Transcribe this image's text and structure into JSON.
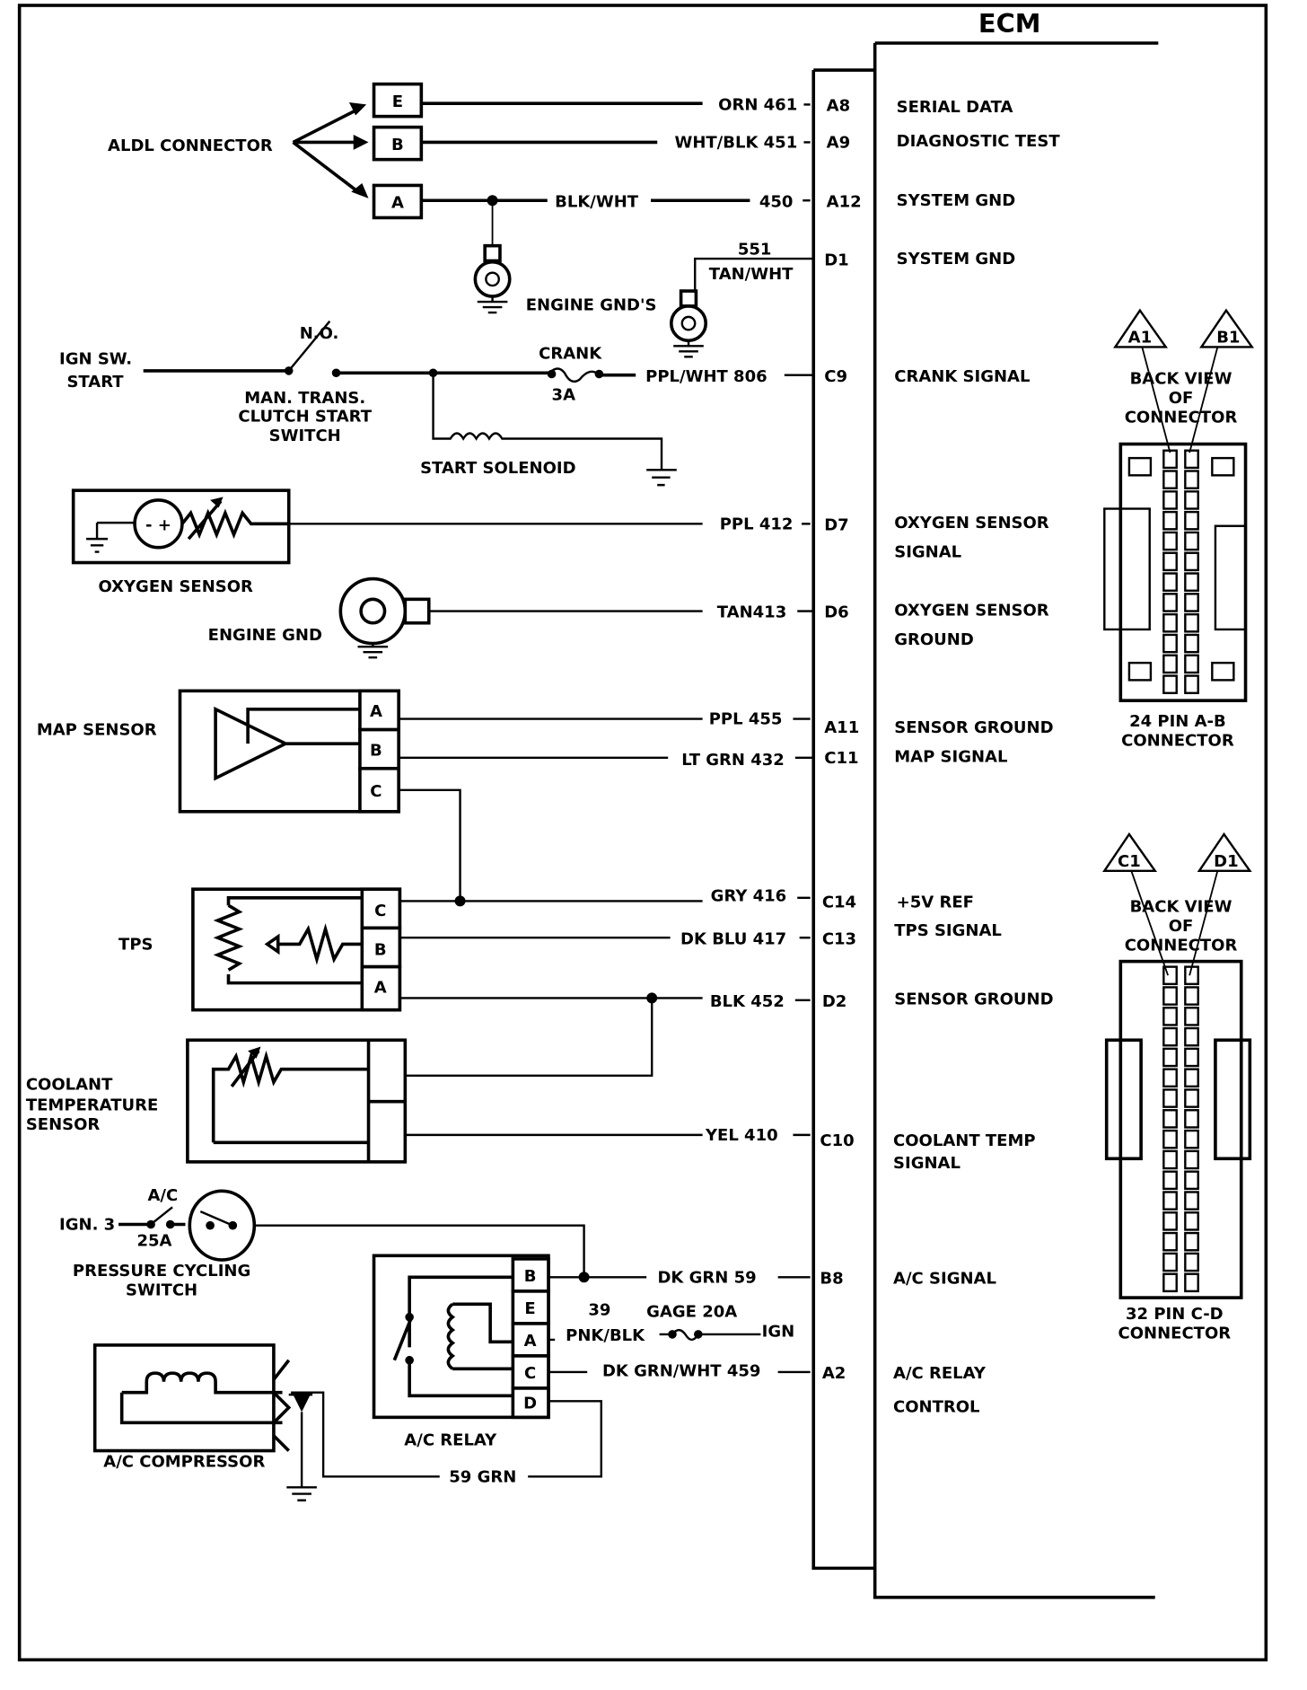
{
  "ecm": {
    "title": "ECM",
    "pins": [
      {
        "wire": "ORN 461",
        "pin": "A8",
        "function": [
          "SERIAL DATA"
        ]
      },
      {
        "wire": "WHT/BLK  451",
        "pin": "A9",
        "function": [
          "DIAGNOSTIC TEST"
        ]
      },
      {
        "wire": "450",
        "pin": "A12",
        "function": [
          "SYSTEM GND"
        ]
      },
      {
        "wire": "551",
        "pin": "D1",
        "function": [
          "SYSTEM GND"
        ]
      },
      {
        "wire": "PPL/WHT 806",
        "pin": "C9",
        "function": [
          "CRANK SIGNAL"
        ]
      },
      {
        "wire": "PPL 412",
        "pin": "D7",
        "function": [
          "OXYGEN SENSOR",
          "SIGNAL"
        ]
      },
      {
        "wire": "TAN413",
        "pin": "D6",
        "function": [
          "OXYGEN SENSOR",
          "GROUND"
        ]
      },
      {
        "wire": "PPL 455",
        "pin": "A11",
        "function": [
          "SENSOR GROUND"
        ]
      },
      {
        "wire": "LT GRN 432",
        "pin": "C11",
        "function": [
          "MAP SIGNAL"
        ]
      },
      {
        "wire": "GRY 416",
        "pin": "C14",
        "function": [
          "+5V REF"
        ]
      },
      {
        "wire": "DK BLU 417",
        "pin": "C13",
        "function": [
          "TPS SIGNAL"
        ]
      },
      {
        "wire": "BLK 452",
        "pin": "D2",
        "function": [
          "SENSOR GROUND"
        ]
      },
      {
        "wire": "YEL 410",
        "pin": "C10",
        "function": [
          "COOLANT TEMP",
          "SIGNAL"
        ]
      },
      {
        "wire": "DK GRN 59",
        "pin": "B8",
        "function": [
          "A/C  SIGNAL"
        ]
      },
      {
        "wire": "DK GRN/WHT 459",
        "pin": "A2",
        "function": [
          "A/C RELAY",
          "CONTROL"
        ]
      }
    ]
  },
  "aldl": {
    "label": "ALDL CONNECTOR",
    "terminals": [
      "E",
      "B",
      "A"
    ],
    "wire_a_color": "BLK/WHT"
  },
  "grounds": {
    "engine_gnds": "ENGINE GND'S",
    "d1_wire_color": "TAN/WHT",
    "engine_gnd": "ENGINE GND"
  },
  "crank": {
    "ign_sw": [
      "IGN SW.",
      "START"
    ],
    "no": "N.O.",
    "switch": [
      "MAN. TRANS.",
      "CLUTCH START",
      "SWITCH"
    ],
    "fuse_name": "CRANK",
    "fuse_rating": "3A",
    "solenoid": "START SOLENOID"
  },
  "oxygen_sensor": {
    "label": "OXYGEN SENSOR",
    "polarity": "- +"
  },
  "map_sensor": {
    "label": "MAP SENSOR",
    "terminals": [
      "A",
      "B",
      "C"
    ]
  },
  "tps": {
    "label": "TPS",
    "terminals": [
      "C",
      "B",
      "A"
    ]
  },
  "coolant": {
    "label": [
      "COOLANT",
      "TEMPERATURE",
      "SENSOR"
    ]
  },
  "ac": {
    "ign3": "IGN. 3",
    "fuse_name": "A/C",
    "fuse_rating": "25A",
    "pressure_switch": [
      "PRESSURE CYCLING",
      "SWITCH"
    ],
    "relay_terminals": [
      "B",
      "E",
      "A",
      "C",
      "D"
    ],
    "relay_label": "A/C RELAY",
    "wire_39_num": "39",
    "wire_39_color": "PNK/BLK",
    "gage_fuse": "GAGE 20A",
    "ign": "IGN",
    "compressor": "A/C COMPRESSOR",
    "return_wire": "59 GRN"
  },
  "connectors": [
    {
      "labels": [
        "A1",
        "B1"
      ],
      "back_view": [
        "BACK VIEW",
        "OF",
        "CONNECTOR"
      ],
      "name": [
        "24 PIN A-B",
        "CONNECTOR"
      ]
    },
    {
      "labels": [
        "C1",
        "D1"
      ],
      "back_view": [
        "BACK VIEW",
        "OF",
        "CONNECTOR"
      ],
      "name": [
        "32 PIN C-D",
        "CONNECTOR"
      ]
    }
  ]
}
